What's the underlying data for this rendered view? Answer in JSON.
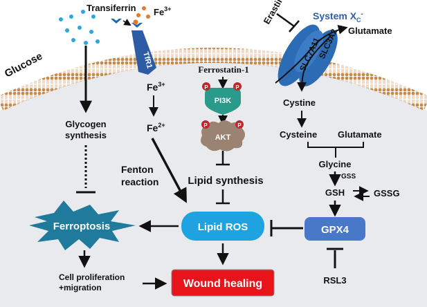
{
  "labels": {
    "transferrin": "Transiferrin",
    "fe3_top": "Fe",
    "fe3_top_sup": "3+",
    "glucose": "Glucose",
    "tfr1": "TfR1",
    "erastin": "Erastin",
    "system_xc": "System X",
    "system_xc_sub": "C",
    "system_xc_sup": "-",
    "glutamate_out": "Glutamate",
    "slc3a2": "SLC3A2",
    "slc7a11": "SLC7A11",
    "ferrostatin": "Ferrostatin-1",
    "pi3k": "PI3K",
    "akt": "AKT",
    "p_letter": "P",
    "fe3_in": "Fe",
    "fe3_in_sup": "3+",
    "fe2_in": "Fe",
    "fe2_in_sup": "2+",
    "fenton": "Fenton",
    "reaction": "reaction",
    "glycogen": "Glycogen",
    "synthesis": "synthesis",
    "cystine": "Cystine",
    "cysteine": "Cysteine",
    "glutamate_in": "Glutamate",
    "glycine": "Glycine",
    "gss": "GSS",
    "gsh": "GSH",
    "gssg": "GSSG",
    "lipid_synthesis": "Lipid synthesis",
    "ferroptosis": "Ferroptosis",
    "lipid_ros": "Lipid ROS",
    "gpx4": "GPX4",
    "rsl3": "RSL3",
    "cell_prolif": "Cell proliferation",
    "migration": "+migration",
    "wound_healing": "Wound healing"
  },
  "colors": {
    "membrane": "#c88a4a",
    "glucose_dots": "#2aa7df",
    "transferrin_chevron": "#1f64b3",
    "iron_dot": "#e47a2a",
    "receptor": "#2d5ca4",
    "transporter": "#2b6cb5",
    "pi3k": "#2a9a8a",
    "akt": "#9b8373",
    "phospho": "#c0272d",
    "ferroptosis_star": "#1f7a9c",
    "lipid_ros": "#1ea2e0",
    "gpx4": "#4a78c8",
    "wound_healing": "#e8141b",
    "system_xc_text": "#2e5ea8"
  }
}
